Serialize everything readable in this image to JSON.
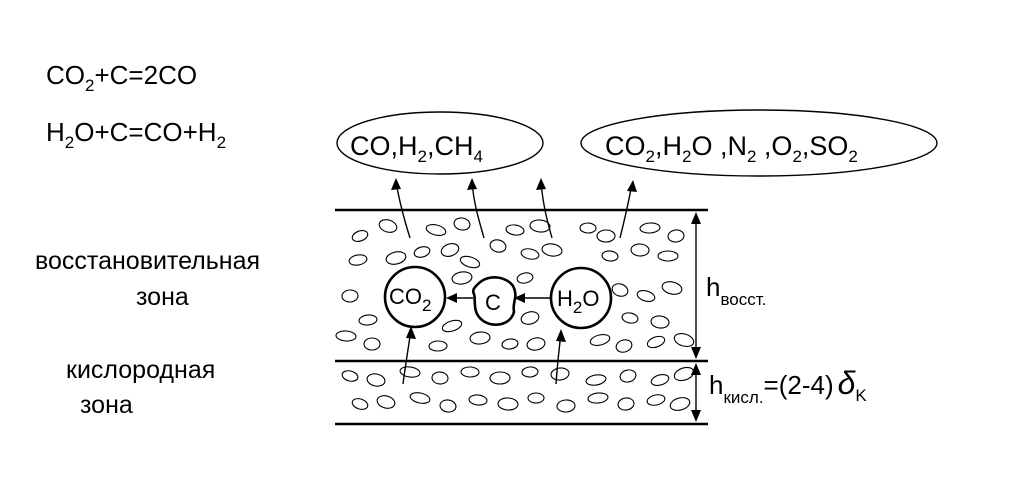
{
  "reactions": {
    "r1": {
      "a": "CO",
      "a_sub": "2",
      "rest": "+C=2CO"
    },
    "r2": {
      "a": "H",
      "a_sub": "2",
      "mid": "O+C=CO+H",
      "b_sub": "2"
    }
  },
  "gases": {
    "reducing": {
      "p1": "CO,H",
      "s1": "2",
      "p2": ",CH",
      "s2": "4"
    },
    "oxidizing": {
      "p1": "CO",
      "s1": "2",
      "p2": ",H",
      "s2": "2",
      "p3": "O ,N",
      "s3": "2",
      "p4": " ,O",
      "s4": "2",
      "p5": ",SO",
      "s5": "2"
    }
  },
  "zones": {
    "reduction": {
      "line1": "восстановительная",
      "line2": "зона"
    },
    "oxygen": {
      "line1": "кислородная",
      "line2": "зона"
    }
  },
  "particles": {
    "co2": {
      "a": "CO",
      "sub": "2"
    },
    "carbon": {
      "a": "C"
    },
    "h2o": {
      "a": "H",
      "sub": "2",
      "b": "O"
    }
  },
  "heights": {
    "reduction": {
      "h": "h",
      "sub": "восст."
    },
    "oxygen": {
      "h": "h",
      "sub": "кисл.",
      "rest": "=(2-4)",
      "delta": "δ",
      "dsub": "K"
    }
  },
  "colors": {
    "ink": "#000000",
    "background": "#ffffff"
  }
}
